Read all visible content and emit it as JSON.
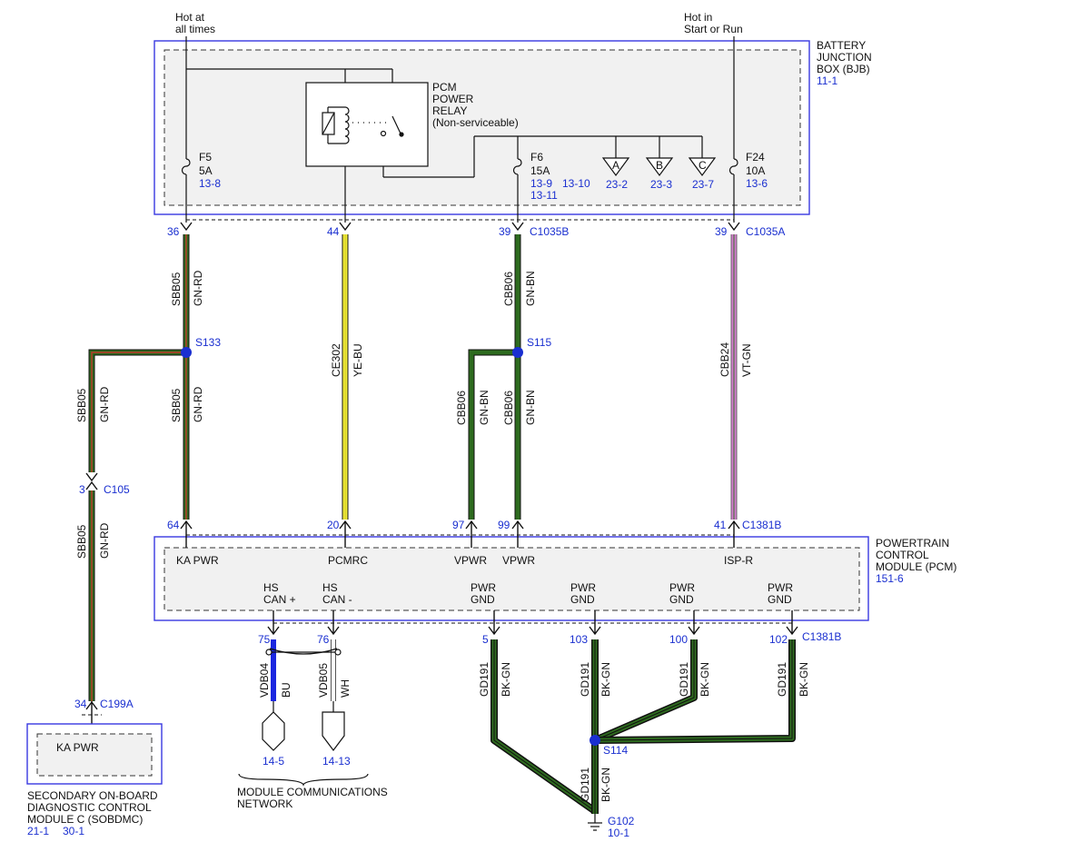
{
  "top_labels": {
    "hot_always_1": "Hot at",
    "hot_always_2": "all times",
    "hot_run_1": "Hot in",
    "hot_run_2": "Start or Run"
  },
  "bjb": {
    "name_1": "BATTERY",
    "name_2": "JUNCTION",
    "name_3": "BOX (BJB)",
    "ref": "11-1",
    "relay": {
      "l1": "PCM",
      "l2": "POWER",
      "l3": "RELAY",
      "l4": "(Non-serviceable)"
    },
    "fuses": [
      {
        "name": "F5",
        "amps": "5A",
        "ref": "13-8"
      },
      {
        "name": "F6",
        "amps": "15A",
        "ref": "13-9",
        "ref2": "13-11",
        "ref3": "13-10"
      },
      {
        "name": "F24",
        "amps": "10A",
        "ref": "13-6"
      }
    ],
    "flags": [
      {
        "letter": "A",
        "ref": "23-2"
      },
      {
        "letter": "B",
        "ref": "23-3"
      },
      {
        "letter": "C",
        "ref": "23-7"
      }
    ]
  },
  "upper_pins": {
    "p36": "36",
    "p44": "44",
    "p39a": "39",
    "c1035b": "C1035B",
    "p39b": "39",
    "c1035a": "C1035A"
  },
  "wires": {
    "sbb05_circuit": "SBB05",
    "sbb05_color": "GN-RD",
    "ce302_circuit": "CE302",
    "ce302_color": "YE-BU",
    "cbb06_circuit": "CBB06",
    "cbb06_color": "GN-BN",
    "cbb24_circuit": "CBB24",
    "cbb24_color": "VT-GN",
    "vdb04_circuit": "VDB04",
    "vdb04_color": "BU",
    "vdb05_circuit": "VDB05",
    "vdb05_color": "WH",
    "gd191_circuit": "GD191",
    "gd191_color": "BK-GN",
    "colors": {
      "green": "#2e6b1f",
      "red": "#c0392b",
      "yellow": "#f2ef3a",
      "violet": "#d57fd0",
      "blue": "#1b27e0",
      "white": "#ffffff",
      "black": "#111111"
    }
  },
  "splices": {
    "s133": "S133",
    "s115": "S115",
    "s114": "S114"
  },
  "c105": {
    "pin": "3",
    "name": "C105"
  },
  "c199a": {
    "pin": "34",
    "name": "C199A"
  },
  "pcm": {
    "name_1": "POWERTRAIN",
    "name_2": "CONTROL",
    "name_3": "MODULE (PCM)",
    "ref": "151-6",
    "top_pins": {
      "p64": "64",
      "p20": "20",
      "p97": "97",
      "p99": "99",
      "p41": "41",
      "conn": "C1381B"
    },
    "top_labels": {
      "ka_pwr": "KA PWR",
      "pcmrc": "PCMRC",
      "vpwr1": "VPWR",
      "vpwr2": "VPWR",
      "isp_r": "ISP-R"
    },
    "bottom_labels": {
      "hs_can_plus_1": "HS",
      "hs_can_plus_2": "CAN +",
      "hs_can_minus_1": "HS",
      "hs_can_minus_2": "CAN -",
      "pwr_gnd_1": "PWR",
      "gnd_1": "GND",
      "pwr_gnd_2": "PWR",
      "gnd_2": "GND",
      "pwr_gnd_3": "PWR",
      "gnd_3": "GND",
      "pwr_gnd_4": "PWR",
      "gnd_4": "GND"
    },
    "bottom_pins": {
      "p75": "75",
      "p76": "76",
      "p5": "5",
      "p103": "103",
      "p100": "100",
      "p102": "102",
      "conn": "C1381B"
    }
  },
  "network": {
    "ref_can_plus": "14-5",
    "ref_can_minus": "14-13",
    "label_1": "MODULE COMMUNICATIONS",
    "label_2": "NETWORK"
  },
  "sobdmc": {
    "pin_label": "KA PWR",
    "name_1": "SECONDARY ON-BOARD",
    "name_2": "DIAGNOSTIC CONTROL",
    "name_3": "MODULE C (SOBDMC)",
    "ref_1": "21-1",
    "ref_2": "30-1"
  },
  "ground": {
    "name": "G102",
    "ref": "10-1"
  }
}
